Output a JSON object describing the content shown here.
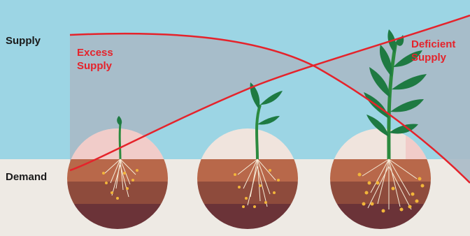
{
  "labels": {
    "supply": "Supply",
    "demand": "Demand",
    "excess_supply": [
      "Excess",
      "Supply"
    ],
    "deficient_supply": [
      "Deficient",
      "Supply"
    ]
  },
  "colors": {
    "sky": "#9cd5e4",
    "ground": "#eeeae4",
    "gap_shade": "#a9bac6",
    "curve": "#e5232b",
    "leaf": "#1e7a42",
    "stem": "#2b8a3e",
    "soil_light": "#b8684a",
    "soil_mid": "#8e4b3c",
    "soil_dark": "#6b3338",
    "nutrient": "#f2b53a"
  },
  "icons": [
    "seedling-icon",
    "young-plant-icon",
    "mature-plant-icon",
    "soil-circle-icon"
  ]
}
